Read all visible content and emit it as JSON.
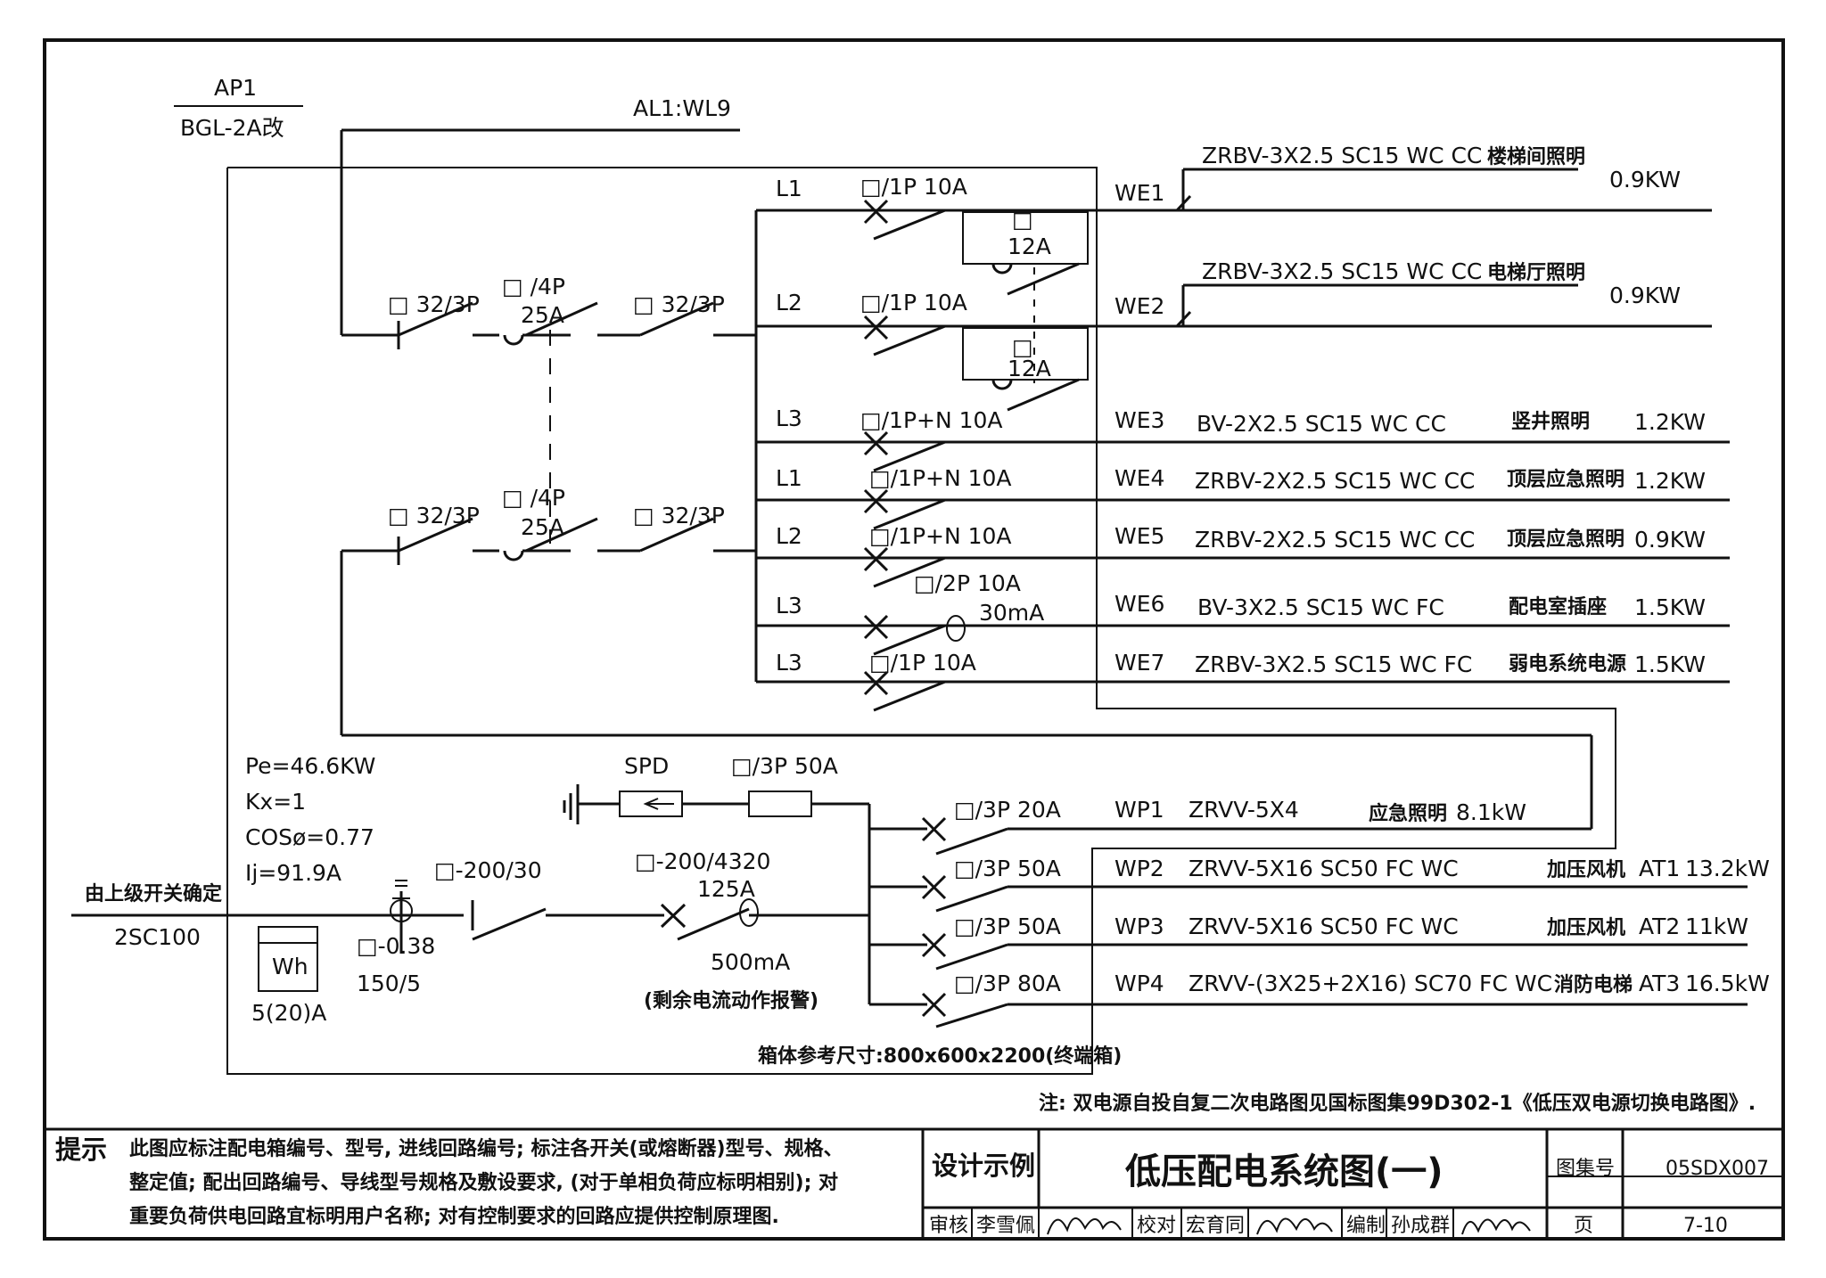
{
  "panel": {
    "name": "AP1",
    "model": "BGL-2A改",
    "incoming_ref": "AL1:WL9",
    "source_label": "由上级开关确定",
    "source_cable": "2SC100",
    "pe": "Pe=46.6KW",
    "kx": "Kx=1",
    "cos": "COSø=0.77",
    "ij": "Ij=91.9A",
    "meter_label": "Wh",
    "meter_rating": "5(20)A",
    "ct_label": "□-0.38",
    "ct_ratio": "150/5",
    "main_switch": "□-200/30",
    "main_breaker": "□-200/4320",
    "main_breaker_rating": "125A",
    "rcd_rating": "500mA",
    "rcd_note": "(剩余电流动作报警)",
    "spd": "SPD",
    "spd_fuse": "□/3P 50A",
    "box_size": "箱体参考尺寸:800x600x2200(终端箱)",
    "ats_switch_a": "□ 32/3P",
    "ats_switch_b": "□ /4P",
    "ats_switch_b_rating": "25A",
    "ats_switch_c": "□ 32/3P",
    "ats_switch_d": "□ 32/3P",
    "ats_switch_e": "□ /4P",
    "ats_switch_e_rating": "25A",
    "ats_switch_f": "□ 32/3P",
    "timer_box_1": "□",
    "timer_box_1_rating": "12A",
    "timer_box_2": "□",
    "timer_box_2_rating": "12A"
  },
  "lighting_circuits": [
    {
      "phase": "L1",
      "breaker": "□/1P  10A",
      "id": "WE1",
      "cable": "ZRBV-3X2.5  SC15  WC  CC",
      "use": "楼梯间照明",
      "load": "0.9KW"
    },
    {
      "phase": "L2",
      "breaker": "□/1P  10A",
      "id": "WE2",
      "cable": "ZRBV-3X2.5  SC15  WC  CC",
      "use": "电梯厅照明",
      "load": "0.9KW"
    },
    {
      "phase": "L3",
      "breaker": "□/1P+N  10A",
      "id": "WE3",
      "cable": "BV-2X2.5  SC15  WC  CC",
      "use": "竖井照明",
      "load": "1.2KW"
    },
    {
      "phase": "L1",
      "breaker": "□/1P+N  10A",
      "id": "WE4",
      "cable": "ZRBV-2X2.5  SC15  WC  CC",
      "use": "顶层应急照明",
      "load": "1.2KW"
    },
    {
      "phase": "L2",
      "breaker": "□/1P+N  10A",
      "id": "WE5",
      "cable": "ZRBV-2X2.5  SC15  WC  CC",
      "use": "顶层应急照明",
      "load": "0.9KW"
    },
    {
      "phase": "L3",
      "breaker": "□/2P  10A",
      "breaker2": "30mA",
      "id": "WE6",
      "cable": "BV-3X2.5  SC15  WC  FC",
      "use": "配电室插座",
      "load": "1.5KW"
    },
    {
      "phase": "L3",
      "breaker": "□/1P  10A",
      "id": "WE7",
      "cable": "ZRBV-3X2.5  SC15  WC  FC",
      "use": "弱电系统电源",
      "load": "1.5KW"
    }
  ],
  "power_circuits": [
    {
      "breaker": "□/3P  20A",
      "id": "WP1",
      "cable": "ZRVV-5X4",
      "use": "应急照明",
      "load": "8.1kW"
    },
    {
      "breaker": "□/3P  50A",
      "id": "WP2",
      "cable": "ZRVV-5X16  SC50  FC  WC",
      "use": "加压风机",
      "equip": "AT1",
      "load": "13.2kW"
    },
    {
      "breaker": "□/3P  50A",
      "id": "WP3",
      "cable": "ZRVV-5X16  SC50  FC  WC",
      "use": "加压风机",
      "equip": "AT2",
      "load": "11kW"
    },
    {
      "breaker": "□/3P  80A",
      "id": "WP4",
      "cable": "ZRVV-(3X25+2X16)  SC70  FC  WC",
      "use": "消防电梯",
      "equip": "AT3",
      "load": "16.5kW"
    }
  ],
  "note": "注: 双电源自投自复二次电路图见国标图集99D302-1《低压双电源切换电路图》.",
  "title_block": {
    "tip_label": "提示",
    "tip_line1": "此图应标注配电箱编号、型号, 进线回路编号; 标注各开关(或熔断器)型号、规格、",
    "tip_line2": "整定值; 配出回路编号、导线型号规格及敷设要求, (对于单相负荷应标明相别); 对",
    "tip_line3": "重要负荷供电回路宜标明用户名称; 对有控制要求的回路应提供控制原理图.",
    "design_label": "设计示例",
    "title": "低压配电系统图(一)",
    "atlas_label": "图集号",
    "atlas_no": "05SDX007",
    "review_label": "审核",
    "reviewer": "李雪佩",
    "check_label": "校对",
    "checker": "宏育同",
    "draw_label": "编制",
    "drawer": "孙成群",
    "page_label": "页",
    "page_no": "7-10"
  }
}
